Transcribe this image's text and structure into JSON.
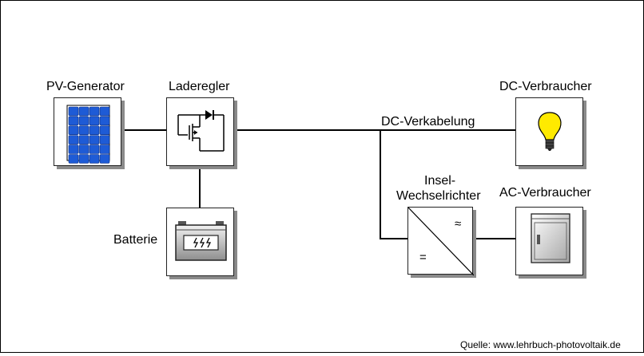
{
  "labels": {
    "pv_generator": "PV-Generator",
    "charge_controller": "Laderegler",
    "battery": "Batterie",
    "dc_cabling": "DC-Verkabelung",
    "dc_consumer": "DC-Verbraucher",
    "inverter_line1": "Insel-",
    "inverter_line2": "Wechselrichter",
    "ac_consumer": "AC-Verbraucher"
  },
  "inverter_symbols": {
    "ac": "≈",
    "dc": "="
  },
  "source": "Quelle: www.lehrbuch-photovoltaik.de",
  "icons": {
    "pv_generator": "solar-panel-icon",
    "charge_controller": "charge-controller-circuit-icon",
    "battery": "battery-icon",
    "dc_consumer": "light-bulb-icon",
    "inverter": "inverter-icon",
    "ac_consumer": "appliance-cabinet-icon"
  },
  "colors": {
    "panel_blue": "#1e5bd6",
    "bulb_yellow": "#ffea00",
    "shadow": "#8a8a8a"
  }
}
